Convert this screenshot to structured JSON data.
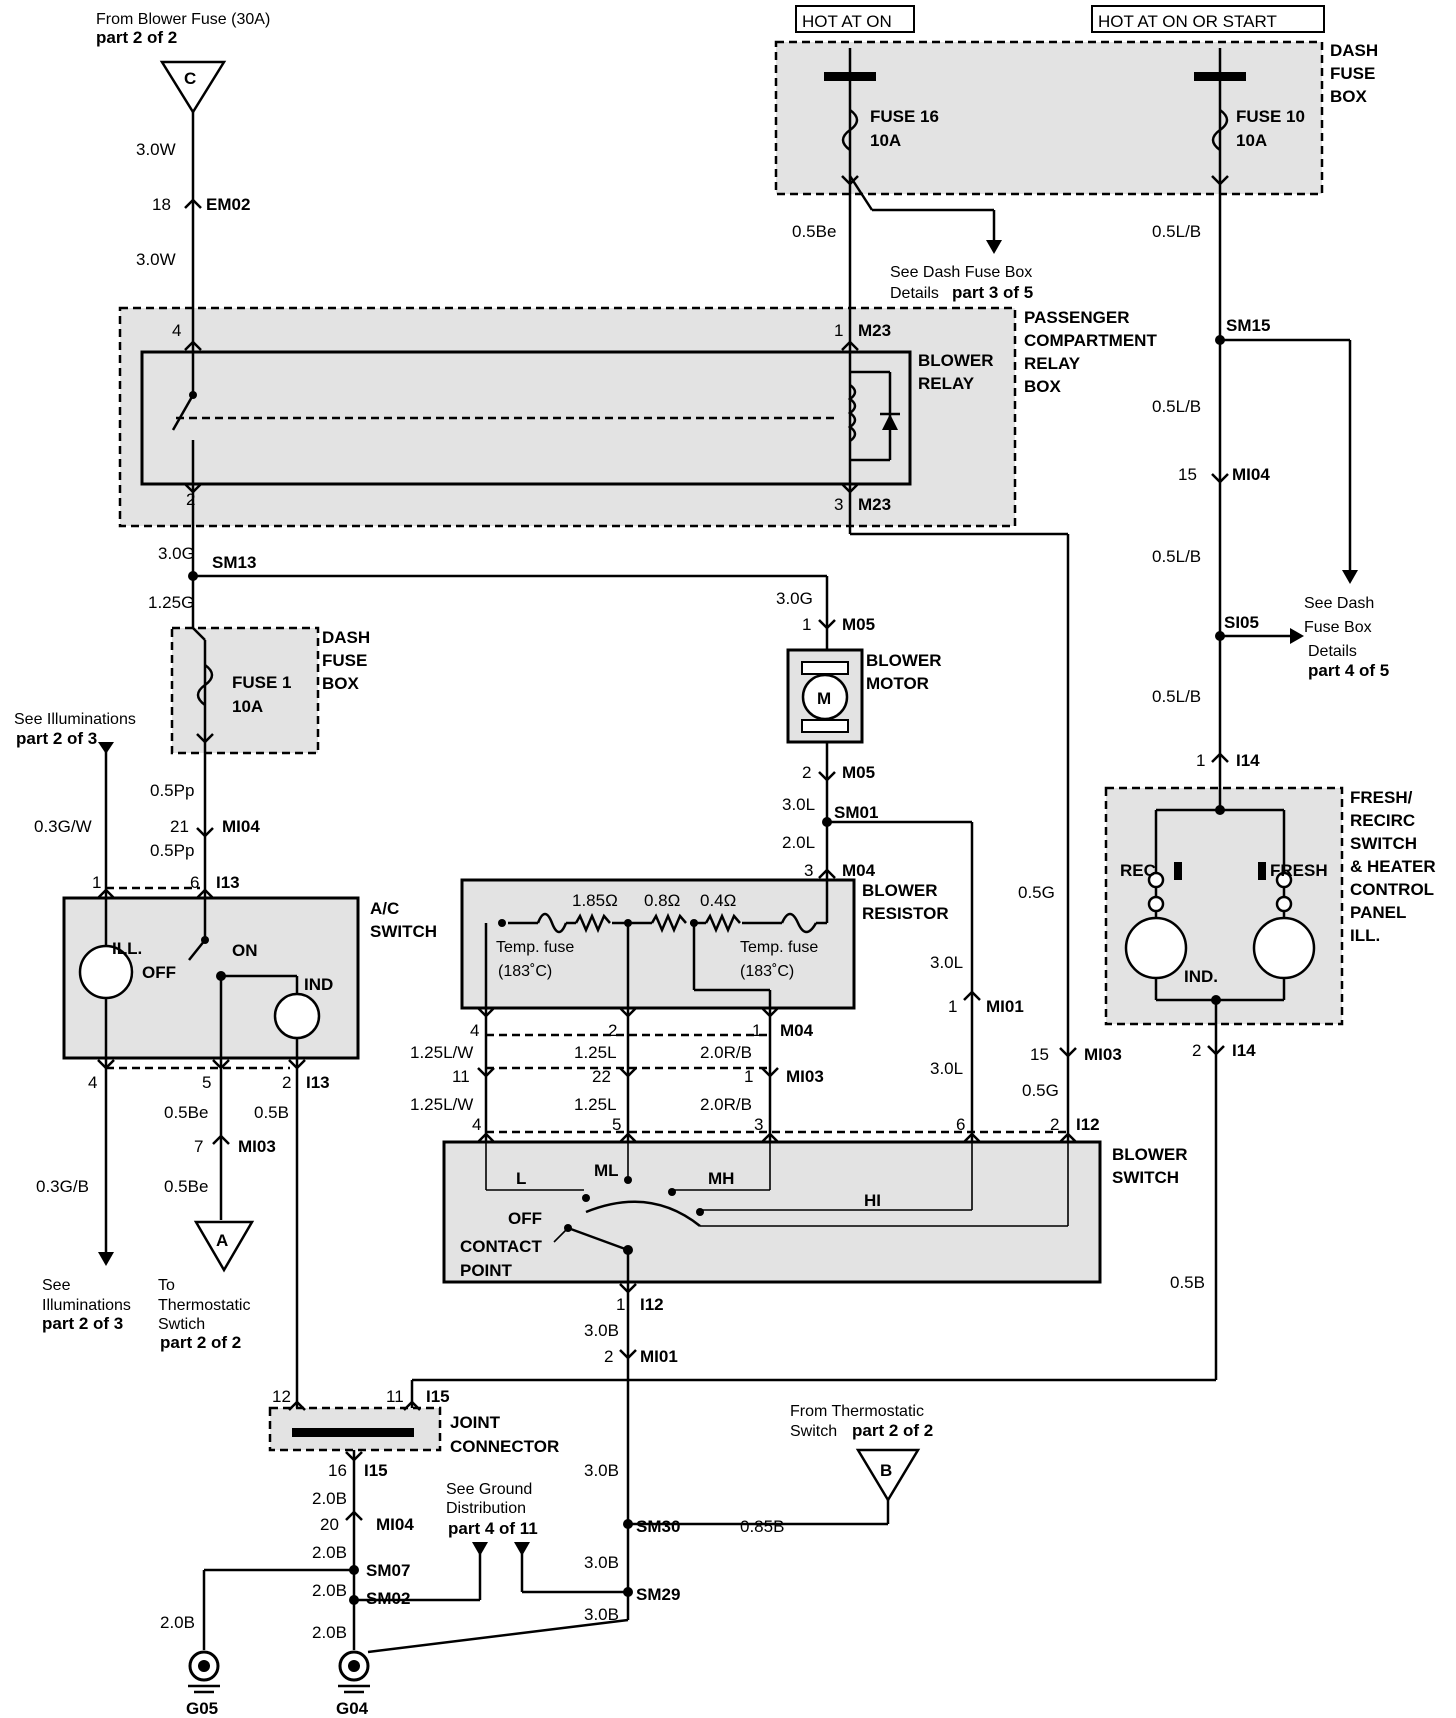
{
  "top_left": {
    "from_line1": "From Blower Fuse (30A)",
    "from_line2": "part 2 of 2",
    "conn_c": "C",
    "wire_a": "3.0W",
    "em02_pin": "18",
    "em02": "EM02",
    "wire_b": "3.0W"
  },
  "hot": {
    "hot_on": "HOT AT ON",
    "hot_on_start": "HOT AT ON  OR START"
  },
  "dash_fuse_top": {
    "label": [
      "DASH",
      "FUSE",
      "BOX"
    ],
    "fuse16_a": "FUSE 16",
    "fuse16_b": "10A",
    "fuse10_a": "FUSE 10",
    "fuse10_b": "10A"
  },
  "fuse16_wire": {
    "wire": "0.5Be",
    "see1": "See Dash Fuse Box",
    "see2a": "Details",
    "see2b": "part 3 of 5"
  },
  "right_col": {
    "wire1": "0.5L/B",
    "sm15": "SM15",
    "wire2": "0.5L/B",
    "mi04_pin": "15",
    "mi04": "MI04",
    "wire3": "0.5L/B",
    "si05": "SI05",
    "see": [
      "See Dash",
      "Fuse Box",
      "Details"
    ],
    "see_bold": "part 4 of 5",
    "wire4": "0.5L/B",
    "i14_pin": "1",
    "i14": "I14",
    "fresh_label": [
      "FRESH/",
      "RECIRC",
      "SWITCH",
      "& HEATER",
      "CONTROL",
      "PANEL",
      "ILL."
    ],
    "rec": "REC",
    "fresh": "FRESH",
    "ind": "IND.",
    "i14b_pin": "2",
    "i14b": "I14",
    "wire5": "0.5B"
  },
  "relay_box": {
    "label": [
      "PASSENGER",
      "COMPARTMENT",
      "RELAY",
      "BOX"
    ],
    "relay_label": [
      "BLOWER",
      "RELAY"
    ],
    "pin4": "4",
    "pin1": "1",
    "m23_top": "M23",
    "pin2": "2",
    "pin3": "3",
    "m23_bot": "M23"
  },
  "left_upper": {
    "wire_30g": "3.0G",
    "sm13": "SM13",
    "wire_125g": "1.25G",
    "dash_label": [
      "DASH",
      "FUSE",
      "BOX"
    ],
    "fuse1_a": "FUSE 1",
    "fuse1_b": "10A",
    "illum1": "See Illuminations",
    "illum2": "part 2 of 3",
    "wire_05pp_a": "0.5Pp",
    "mi04_pin": "21",
    "mi04": "MI04",
    "wire_05pp_b": "0.5Pp",
    "wire_03gw": "0.3G/W"
  },
  "ac_switch": {
    "label": [
      "A/C",
      "SWITCH"
    ],
    "pin1": "1",
    "pin6": "6",
    "i13_top": "I13",
    "ill": "ILL.",
    "on": "ON",
    "off": "OFF",
    "ind": "IND",
    "pin4": "4",
    "pin5": "5",
    "pin2": "2",
    "i13_bot": "I13"
  },
  "left_lower": {
    "wire_03gb": "0.3G/B",
    "wire_05be_a": "0.5Be",
    "mi03_pin": "7",
    "mi03": "MI03",
    "wire_05be_b": "0.5Be",
    "wire_05b": "0.5B",
    "conn_a": "A",
    "see_illum": [
      "See",
      "Illuminations"
    ],
    "see_illum_bold": "part 2 of 3",
    "to_thermo": [
      "To",
      "Thermostatic",
      "Swtich"
    ],
    "to_thermo_bold": "part 2 of 2"
  },
  "motor": {
    "wire_30g": "3.0G",
    "m05_top_pin": "1",
    "m05_top": "M05",
    "label": [
      "BLOWER",
      "MOTOR"
    ],
    "m": "M",
    "m05_bot_pin": "2",
    "m05_bot": "M05",
    "wire_30l": "3.0L",
    "sm01": "SM01",
    "wire_20l": "2.0L",
    "m04_pin": "3",
    "m04": "M04"
  },
  "resistor": {
    "label": [
      "BLOWER",
      "RESISTOR"
    ],
    "r1": "1.85Ω",
    "r2": "0.8Ω",
    "r3": "0.4Ω",
    "tf1a": "Temp. fuse",
    "tf1b": "(183˚C)",
    "tf2a": "Temp. fuse",
    "tf2b": "(183˚C)"
  },
  "res_wires": {
    "m04_pins": [
      "4",
      "2",
      "1"
    ],
    "m04": "M04",
    "w1": [
      "1.25L/W",
      "1.25L",
      "2.0R/B"
    ],
    "mi03_pins": [
      "11",
      "22",
      "1"
    ],
    "mi03": "MI03",
    "w2": [
      "1.25L/W",
      "1.25L",
      "2.0R/B"
    ],
    "i12_pins": [
      "4",
      "5",
      "3",
      "6",
      "2"
    ],
    "i12": "I12"
  },
  "mid_right": {
    "wire_05g": "0.5G",
    "wire_30l_a": "3.0L",
    "mi01_pin": "1",
    "mi01": "MI01",
    "wire_30l_b": "3.0L",
    "mi03_pin": "15",
    "mi03": "MI03",
    "wire_05g_b": "0.5G"
  },
  "blower_switch": {
    "label": [
      "BLOWER",
      "SWITCH"
    ],
    "l": "L",
    "ml": "ML",
    "mh": "MH",
    "hi": "HI",
    "off": "OFF",
    "contact": [
      "CONTACT",
      "POINT"
    ]
  },
  "bottom": {
    "i12_pin": "1",
    "i12": "I12",
    "wire_30b_a": "3.0B",
    "mi01_pin": "2",
    "mi01": "MI01",
    "jc_pin12": "12",
    "jc_pin11": "11",
    "i15_top": "I15",
    "jc_label": [
      "JOINT",
      "CONNECTOR"
    ],
    "jc_pin16": "16",
    "i15_bot": "I15",
    "thermo_from": [
      "From Thermostatic"
    ],
    "thermo_from2a": "Switch",
    "thermo_from2b": "part 2 of 2",
    "conn_b": "B",
    "wire_30b_b": "3.0B",
    "wire_20b_a": "2.0B",
    "mi04_pin": "20",
    "mi04": "MI04",
    "ground_see": [
      "See Ground",
      "Distribution"
    ],
    "ground_bold": "part 4 of 11",
    "sm30": "SM30",
    "wire_085b": "0.85B",
    "wire_20b_b": "2.0B",
    "sm07": "SM07",
    "wire_30b_c": "3.0B",
    "wire_20b_c": "2.0B",
    "sm02": "SM02",
    "sm29": "SM29",
    "wire_20b_d": "2.0B",
    "wire_20b_e": "2.0B",
    "wire_30b_d": "3.0B",
    "g05": "G05",
    "g04": "G04"
  }
}
